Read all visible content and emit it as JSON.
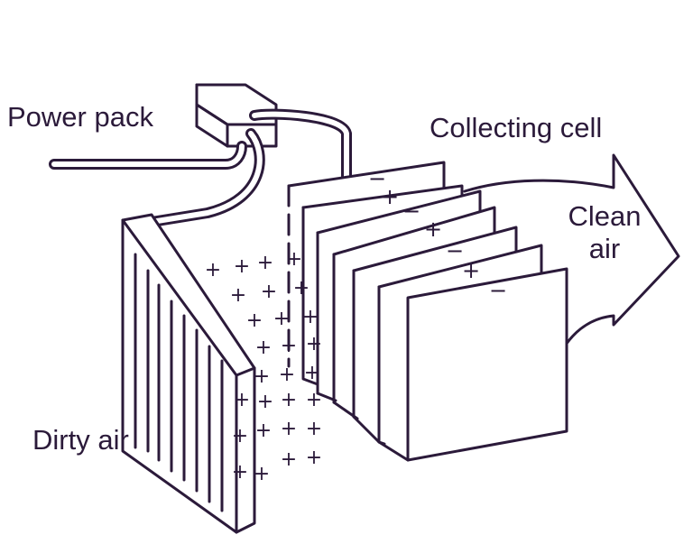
{
  "labels": {
    "power_pack": "Power pack",
    "collecting_cell": "Collecting cell",
    "clean_air_line1": "Clean",
    "clean_air_line2": "air",
    "dirty_air": "Dirty air"
  },
  "plate_charges": [
    "−",
    "+",
    "−",
    "+",
    "−",
    "+",
    "−"
  ],
  "particle_symbol": "+",
  "colors": {
    "ink": "#2b1a3a",
    "background": "#ffffff"
  }
}
